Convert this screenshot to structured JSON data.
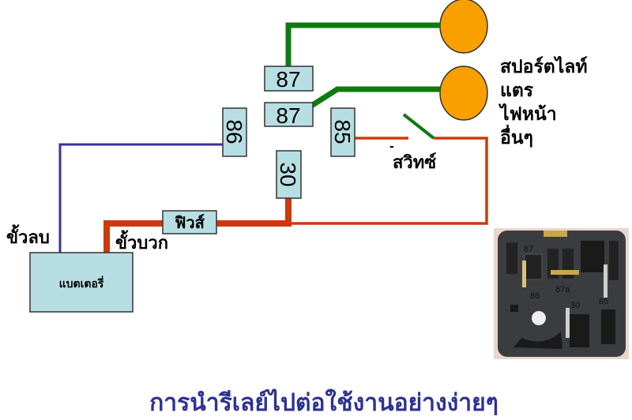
{
  "pins": {
    "p87_top": "87",
    "p87_bottom": "87",
    "p86": "86",
    "p85": "85",
    "p30": "30"
  },
  "fuse_label": "ฟิวส์",
  "battery_label": "แบตเตอรี่",
  "negative_label": "ขั้วลบ",
  "positive_label": "ขั้วบวก",
  "switch_label": "สวิทซ์",
  "switch_minus": "-",
  "loads": [
    "สปอร์ตไลท์",
    "แตร",
    "ไฟหน้า",
    "อื่นๆ"
  ],
  "photo_pins": {
    "a": "87",
    "b": "86",
    "c": "87a",
    "d": "30",
    "e": "85"
  },
  "title": "การนำรีเลย์ไปต่อใช้งานอย่างง่ายๆ",
  "colors": {
    "green": "#0f7a10",
    "red": "#cc3a0c",
    "blue": "#3a3597",
    "lamp": "#f9a000",
    "box": "#b7dfe3",
    "title": "#2e3192"
  }
}
